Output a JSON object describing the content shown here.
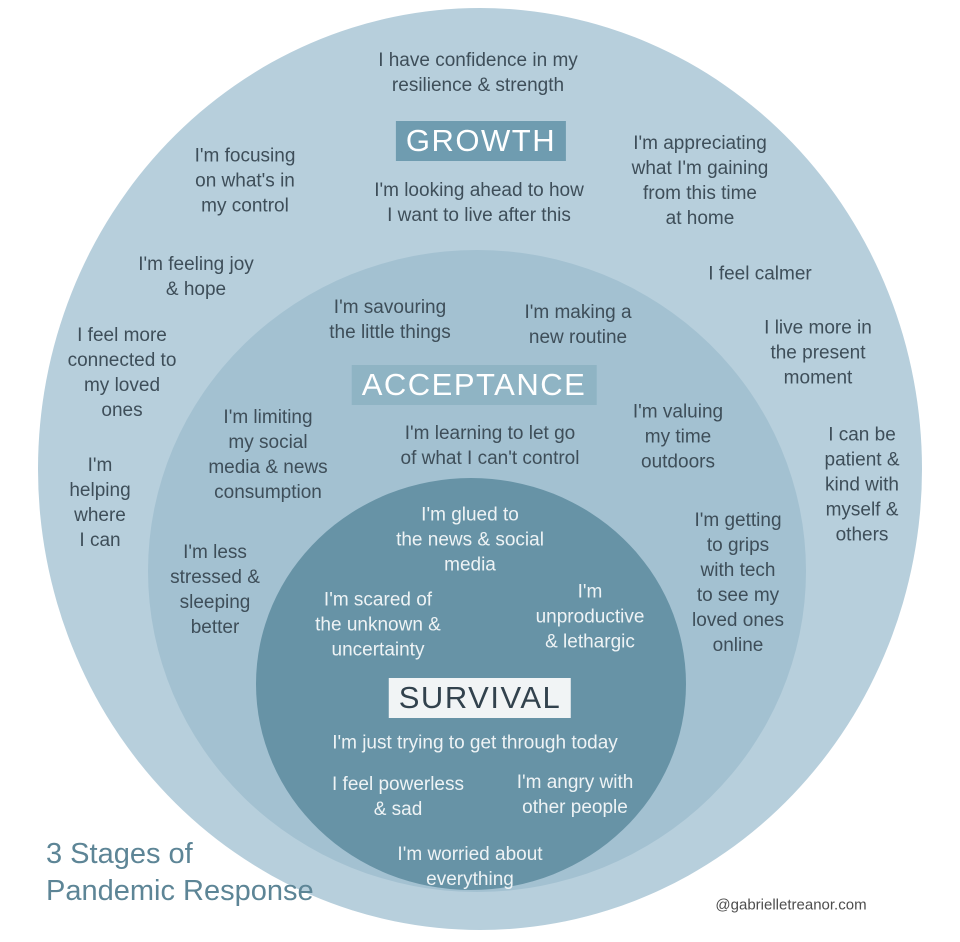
{
  "title": {
    "text": "3 Stages of\nPandemic Response"
  },
  "attribution": "@gabrielletreanor.com",
  "stages": {
    "growth": {
      "label": "GROWTH"
    },
    "acceptance": {
      "label": "ACCEPTANCE"
    },
    "survival": {
      "label": "SURVIVAL"
    }
  },
  "growth_items": {
    "confidence": "I have confidence in my\nresilience & strength",
    "focusing": "I'm focusing\non what's in\nmy control",
    "looking_ahead": "I'm looking ahead to how\nI want to live after this",
    "appreciating": "I'm appreciating\nwhat I'm gaining\nfrom this time\nat home",
    "joy_hope": "I'm feeling joy\n& hope",
    "calmer": "I feel calmer",
    "connected": "I feel more\nconnected to\nmy loved\nones",
    "present": "I live more in\nthe present\nmoment",
    "helping": "I'm\nhelping\nwhere\nI can",
    "patient": "I can be\npatient &\nkind with\nmyself &\nothers"
  },
  "acceptance_items": {
    "savouring": "I'm savouring\nthe little things",
    "routine": "I'm making a\nnew routine",
    "limiting": "I'm limiting\nmy social\nmedia & news\nconsumption",
    "letting_go": "I'm learning to let go\nof what I can't control",
    "valuing": "I'm valuing\nmy time\noutdoors",
    "less_stressed": "I'm less\nstressed &\nsleeping\nbetter",
    "tech": "I'm getting\nto grips\nwith tech\nto see my\nloved ones\nonline"
  },
  "survival_items": {
    "glued": "I'm glued to\nthe news & social\nmedia",
    "scared": "I'm scared of\nthe unknown &\nuncertainty",
    "unproductive": "I'm\nunproductive\n& lethargic",
    "get_through": "I'm just trying to get through today",
    "powerless": "I feel powerless\n& sad",
    "angry": "I'm angry with\nother people",
    "worried": "I'm worried about\neverything"
  },
  "colors": {
    "background": "#ffffff",
    "outer-circle": "#b7cfdc",
    "middle-circle": "#a3c1d1",
    "inner-circle": "#6793a6",
    "growth-label-bg": "#6f9cb0",
    "acceptance-label-bg": "#8fb4c4",
    "survival-label-bg": "#f1f4f5",
    "dark-text": "#3e4e59",
    "light-text": "#eef3f5",
    "title-text": "#5d8596",
    "attribution-text": "#4d4d4d"
  }
}
